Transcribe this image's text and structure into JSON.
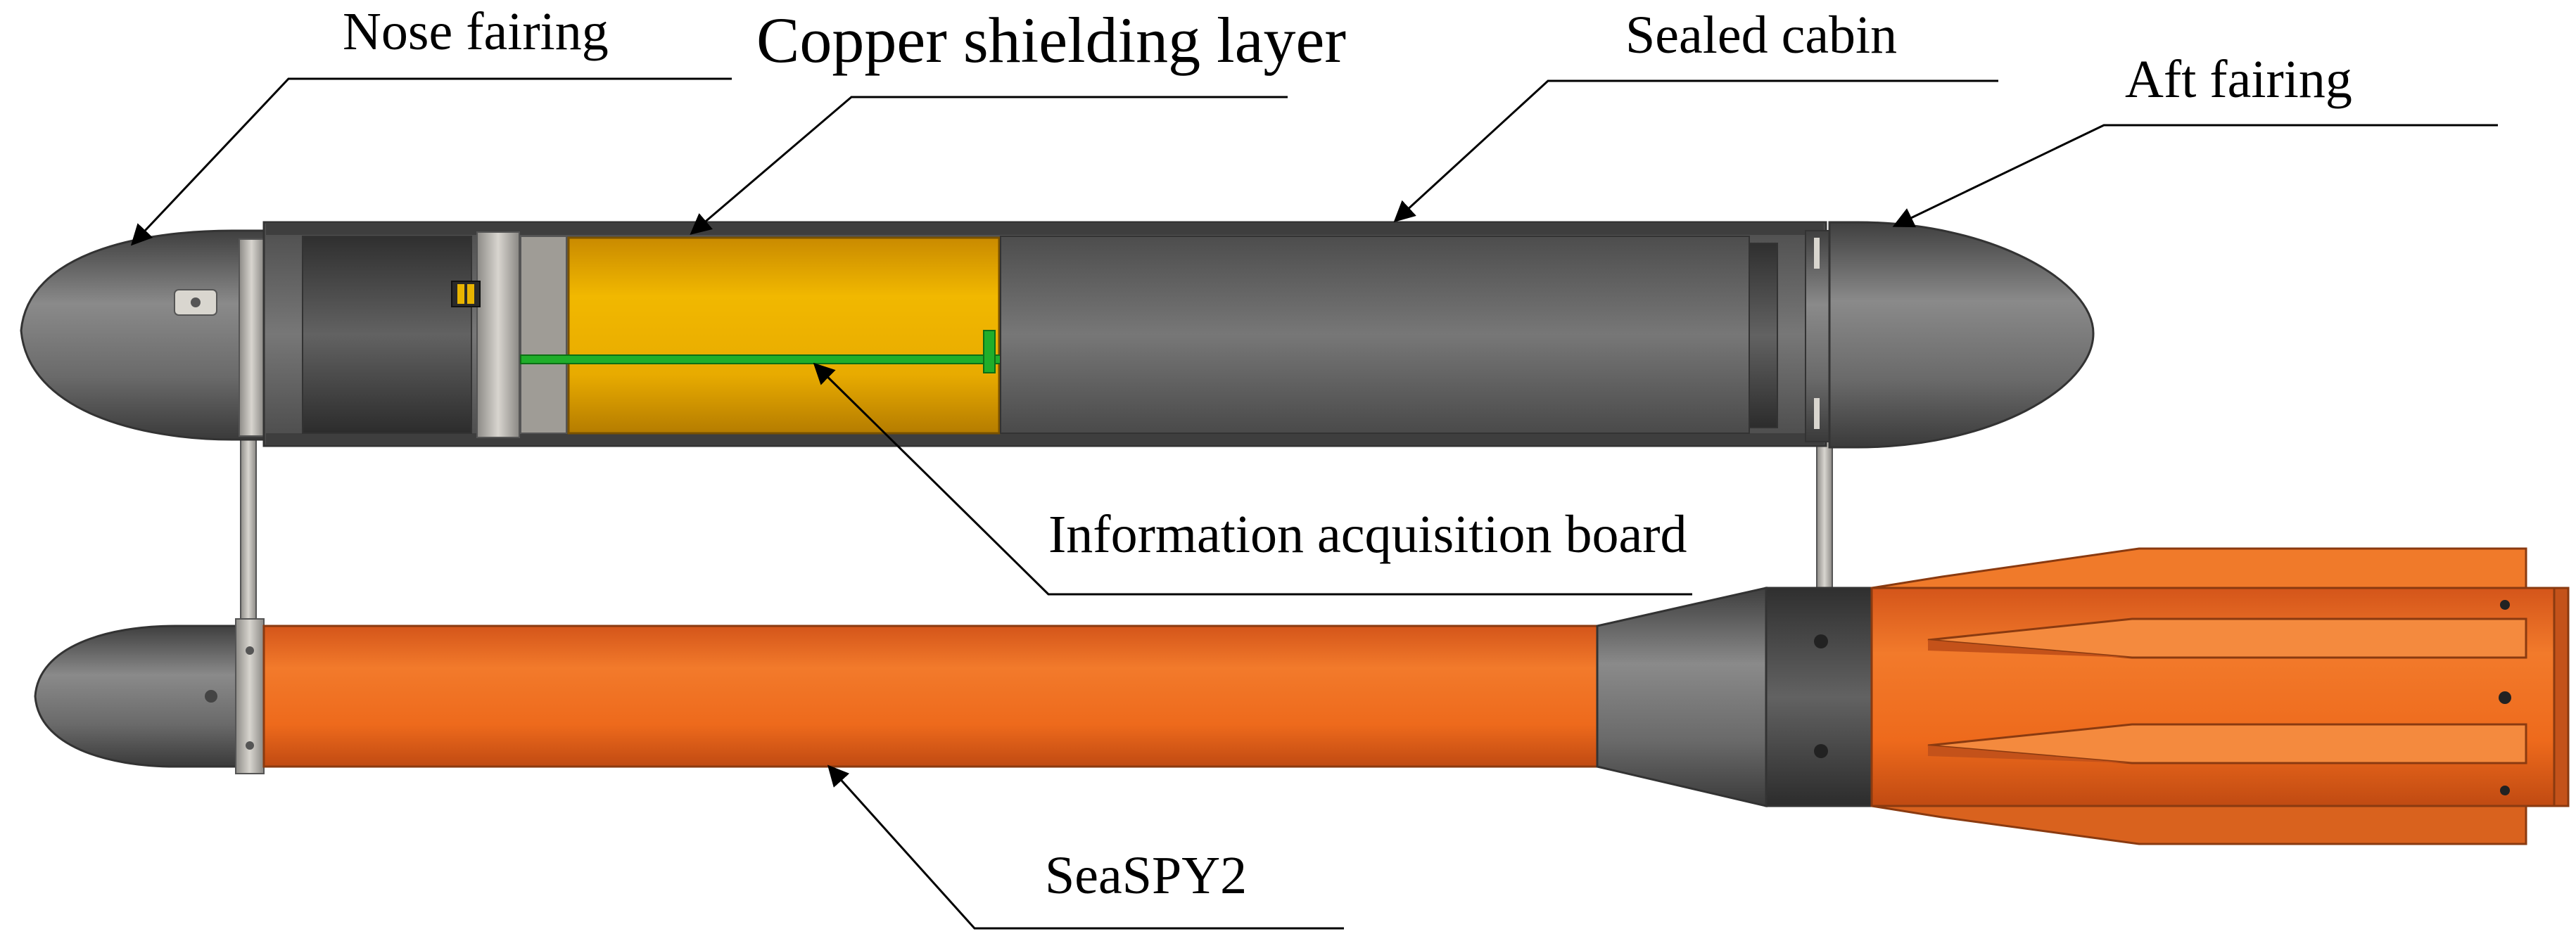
{
  "labels": {
    "nose_fairing": "Nose fairing",
    "copper_shielding_layer": "Copper shielding layer",
    "sealed_cabin": "Sealed cabin",
    "aft_fairing": "Aft fairing",
    "information_acquisition_board": "Information acquisition board",
    "seaspy2": "SeaSPY2"
  },
  "colors": {
    "housing_grey": "#5b5b5b",
    "copper": "#e8ad00",
    "board_green": "#1fae2a",
    "sensor_orange": "#ee6a1c",
    "fin_orange": "#f07a2a"
  }
}
